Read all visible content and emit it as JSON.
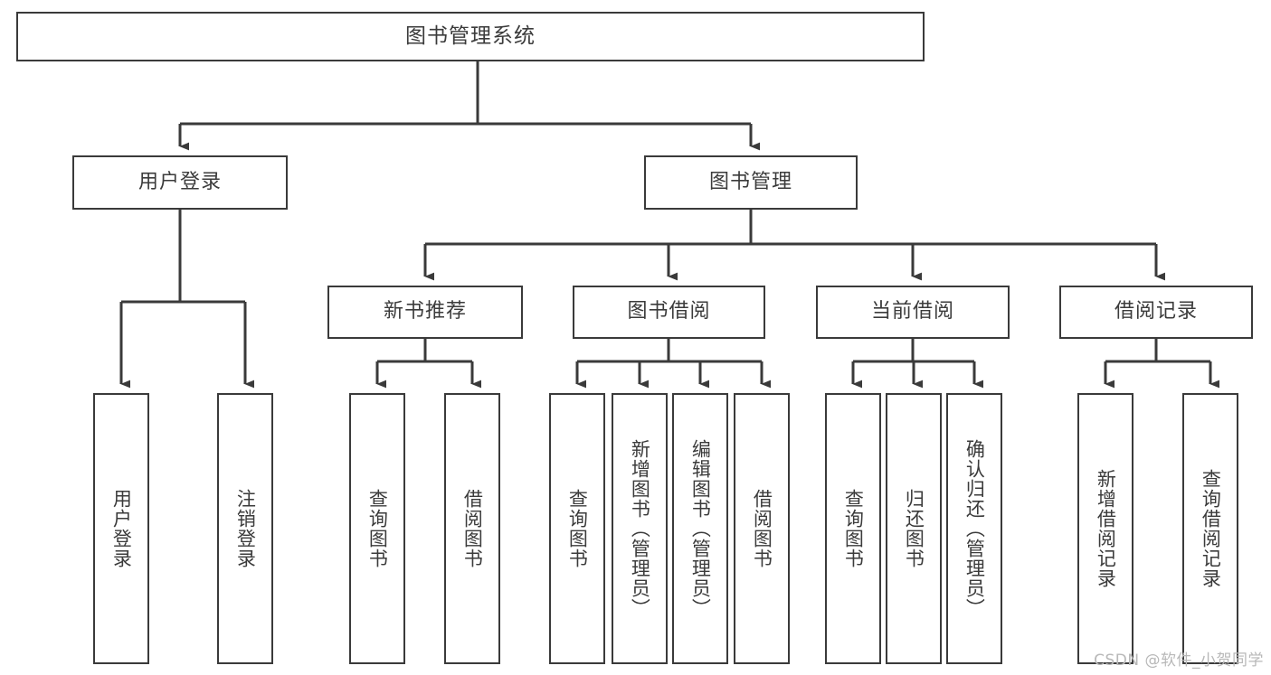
{
  "diagram": {
    "type": "tree",
    "title": "图书管理系统",
    "orientation": "top-down",
    "colors": {
      "box_border": "#3a3a3a",
      "box_fill": "#ffffff",
      "text": "#3b3b3b",
      "connector": "#3a3a3a",
      "watermark": "#b8b8b8",
      "background": "#ffffff"
    },
    "root": {
      "label": "图书管理系统"
    },
    "level2": [
      {
        "label": "用户登录"
      },
      {
        "label": "图书管理"
      }
    ],
    "level3": [
      {
        "label": "新书推荐"
      },
      {
        "label": "图书借阅"
      },
      {
        "label": "当前借阅"
      },
      {
        "label": "借阅记录"
      }
    ],
    "leaves": {
      "user_login": [
        {
          "label": "用户登录"
        },
        {
          "label": "注销登录"
        }
      ],
      "new_book_recommend": [
        {
          "label": "查询图书"
        },
        {
          "label": "借阅图书"
        }
      ],
      "book_borrow": [
        {
          "label": "查询图书"
        },
        {
          "label": "新增图书（管理员）"
        },
        {
          "label": "编辑图书（管理员）"
        },
        {
          "label": "借阅图书"
        }
      ],
      "current_borrow": [
        {
          "label": "查询图书"
        },
        {
          "label": "归还图书"
        },
        {
          "label": "确认归还（管理员）"
        }
      ],
      "borrow_record": [
        {
          "label": "新增借阅记录"
        },
        {
          "label": "查询借阅记录"
        }
      ]
    }
  },
  "watermark": {
    "text": "CSDN @软件_小贺同学"
  }
}
